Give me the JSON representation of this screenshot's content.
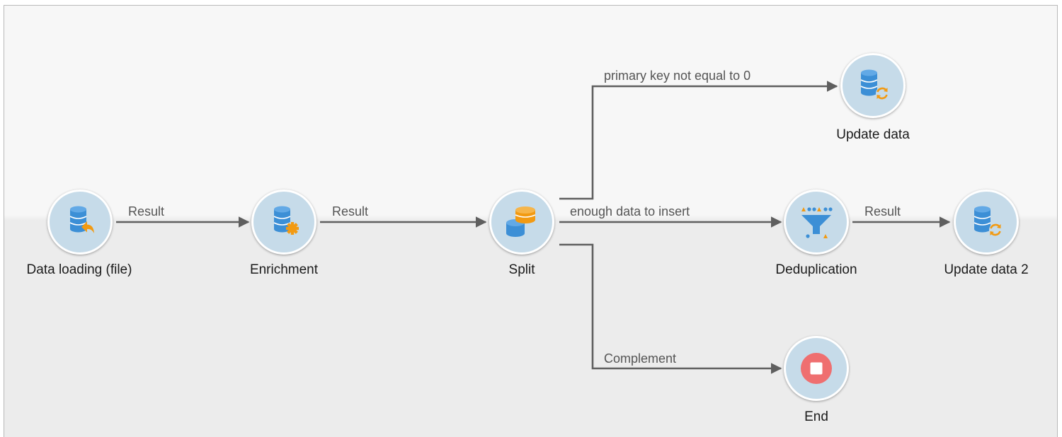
{
  "workflow": {
    "activities": [
      {
        "id": "data_loading",
        "label": "Data loading (file)",
        "icon": "database-import-icon"
      },
      {
        "id": "enrichment",
        "label": "Enrichment",
        "icon": "database-enrichment-icon"
      },
      {
        "id": "split",
        "label": "Split",
        "icon": "split-icon"
      },
      {
        "id": "update_data",
        "label": "Update data",
        "icon": "database-update-icon"
      },
      {
        "id": "deduplication",
        "label": "Deduplication",
        "icon": "deduplication-funnel-icon"
      },
      {
        "id": "update_data_2",
        "label": "Update data 2",
        "icon": "database-update-icon"
      },
      {
        "id": "end",
        "label": "End",
        "icon": "stop-icon"
      }
    ],
    "transitions": [
      {
        "from": "data_loading",
        "to": "enrichment",
        "label": "Result"
      },
      {
        "from": "enrichment",
        "to": "split",
        "label": "Result"
      },
      {
        "from": "split",
        "to": "update_data",
        "label": "primary key not equal to 0"
      },
      {
        "from": "split",
        "to": "deduplication",
        "label": "enough data to insert"
      },
      {
        "from": "deduplication",
        "to": "update_data_2",
        "label": "Result"
      },
      {
        "from": "split",
        "to": "end",
        "label": "Complement"
      }
    ]
  },
  "colors": {
    "node_fill": "#c6dbe9",
    "db_blue": "#3c8fd6",
    "accent_orange": "#f29a12",
    "stop_red": "#ef6f70",
    "link_gray": "#5f5f5f"
  }
}
